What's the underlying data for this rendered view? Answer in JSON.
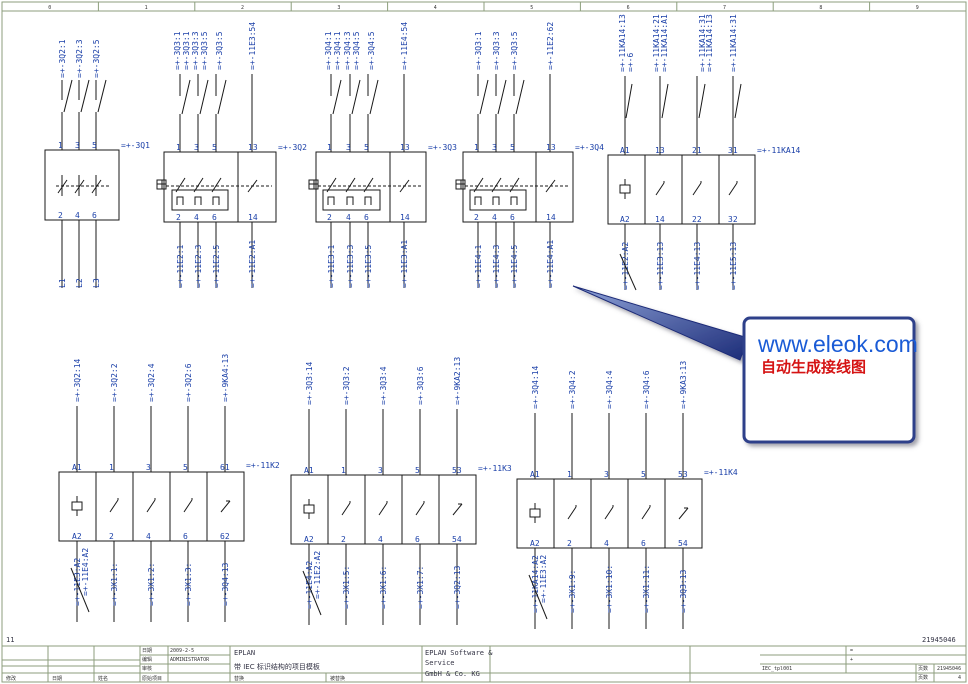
{
  "colors": {
    "wire": "#1a1a1a",
    "label": "#1a3fa8",
    "frame": "#8c9e7c",
    "callout_fill": "#ffffff",
    "callout_border": "#2d3f8a",
    "url": "#1a5bd6",
    "caption": "#d51313"
  },
  "column_numbers": [
    "0",
    "1",
    "2",
    "3",
    "4",
    "5",
    "6",
    "7",
    "8",
    "9"
  ],
  "callout": {
    "url": "www.eleok.com",
    "caption": "自动生成接线图"
  },
  "top_row": [
    {
      "id": "3Q1",
      "tag": "=+-3Q1",
      "type": "breaker3",
      "inputs": [
        "=+-3Q2:1",
        "=+-3Q2:3",
        "=+-3Q2:5"
      ],
      "pins_top": [
        "1",
        "3",
        "5"
      ],
      "pins_bottom": [
        "2",
        "4",
        "6"
      ],
      "outputs": [
        "L1",
        "L2",
        "L3"
      ]
    },
    {
      "id": "3Q2",
      "tag": "=+-3Q2",
      "type": "motor3",
      "inputs": [
        "=+-3Q3:1",
        "=+-3Q3:1",
        "=+-3Q3:3",
        "=+-3Q3:5",
        "=+-3Q3:5",
        "=+-11E3:54"
      ],
      "pins_top": [
        "1",
        "3",
        "5",
        "13"
      ],
      "pins_bottom": [
        "2",
        "4",
        "6",
        "14"
      ],
      "outputs": [
        "=+-11E2:1",
        "=+-11E2:3",
        "=+-11E2:5",
        "=+-11E2:A1"
      ]
    },
    {
      "id": "3Q3",
      "tag": "=+-3Q3",
      "type": "motor3",
      "inputs": [
        "=+-3Q4:1",
        "=+-3Q4:1",
        "=+-3Q4:3",
        "=+-3Q4:5",
        "=+-3Q4:5",
        "=+-11E4:54"
      ],
      "pins_top": [
        "1",
        "3",
        "5",
        "13"
      ],
      "pins_bottom": [
        "2",
        "4",
        "6",
        "14"
      ],
      "outputs": [
        "=+-11E3:1",
        "=+-11E3:3",
        "=+-11E3:5",
        "=+-11E3:A1"
      ]
    },
    {
      "id": "3Q4",
      "tag": "=+-3Q4",
      "type": "motor3",
      "inputs": [
        "=+-3Q3:1",
        "=+-3Q3:3",
        "=+-3Q3:5",
        "=+-11E2:62"
      ],
      "pins_top": [
        "1",
        "3",
        "5",
        "13"
      ],
      "pins_bottom": [
        "2",
        "4",
        "6",
        "14"
      ],
      "outputs": [
        "=+-11E4:1",
        "=+-11E4:3",
        "=+-11E4:5",
        "=+-11E4:A1"
      ]
    },
    {
      "id": "11KA14",
      "tag": "=+-11KA14",
      "type": "relay4",
      "inputs": [
        "=+-11KA14:13",
        "=+-6",
        "=+-11KA14:21",
        "=+-11KA14:A1",
        "=+-11KA14:31",
        "=+-11KA14:13",
        "=+-11KA14:31"
      ],
      "pins_top": [
        "A1",
        "13",
        "21",
        "31"
      ],
      "pins_bottom": [
        "A2",
        "14",
        "22",
        "32"
      ],
      "outputs": [
        "=+-11E2:A2",
        "=+-11E3:13",
        "=+-11E4:13",
        "=+-11E5:13"
      ]
    }
  ],
  "bottom_row": [
    {
      "id": "11K2",
      "tag": "=+-11K2",
      "inputs": [
        "=+-3Q2:14",
        "=+-3Q2:2",
        "=+-3Q2:4",
        "=+-3Q2:6",
        "=+-9KA4:13"
      ],
      "pins_top": [
        "A1",
        "1",
        "3",
        "5",
        "61"
      ],
      "pins_bottom": [
        "A2",
        "2",
        "4",
        "6",
        "62"
      ],
      "outputs": [
        "=+-11E3:A2",
        "=+-3X1:1:",
        "=+-3X1:2:",
        "=+-3X1:3:",
        "=+-3Q4:13"
      ],
      "extra_out": "=+-11E4:A2"
    },
    {
      "id": "11K3",
      "tag": "=+-11K3",
      "inputs": [
        "=+-3Q3:14",
        "=+-3Q3:2",
        "=+-3Q3:4",
        "=+-3Q3:6",
        "=+-9KA2:13"
      ],
      "pins_top": [
        "A1",
        "1",
        "3",
        "5",
        "53"
      ],
      "pins_bottom": [
        "A2",
        "2",
        "4",
        "6",
        "54"
      ],
      "outputs": [
        "=+-11E4:A2",
        "=+-3X1:5:",
        "=+-3X1:6:",
        "=+-3X1:7:",
        "=+-3Q2:13"
      ],
      "extra_out": "=+-11E2:A2"
    },
    {
      "id": "11K4",
      "tag": "=+-11K4",
      "inputs": [
        "=+-3Q4:14",
        "=+-3Q4:2",
        "=+-3Q4:4",
        "=+-3Q4:6",
        "=+-9KA3:13"
      ],
      "pins_top": [
        "A1",
        "1",
        "3",
        "5",
        "53"
      ],
      "pins_bottom": [
        "A2",
        "2",
        "4",
        "6",
        "54"
      ],
      "outputs": [
        "=+-11KA14:A2",
        "=+-3X1:9:",
        "=+-3X1:10:",
        "=+-3X1:11:",
        "=+-3Q3:13"
      ],
      "extra_out": "=+-11E3:A2"
    }
  ],
  "footer": {
    "left_number": "11",
    "right_number": "21945046",
    "rev_labels": [
      "修改",
      "日期",
      "姓名"
    ],
    "date_key": "日期",
    "date_val": "2009-2-5",
    "editor_key": "编辑",
    "editor_val": "ADMINISTRATOR",
    "check_key": "审核",
    "orig_key": "原始项目",
    "title_line1": "EPLAN",
    "title_line2": "带 IEC 标识结构的项目模板",
    "replace_key": "替换",
    "replaced_by_key": "被替换",
    "company_line1": "EPLAN Software &",
    "company_line2": "Service",
    "company_line3": "GmbH & Co. KG",
    "drawing_id": "IEC_tpl001",
    "eq": "=",
    "plus": "+",
    "page_key": "页数",
    "page_val": "21945046",
    "sheet_key": "页数",
    "sheet_val": "4"
  }
}
